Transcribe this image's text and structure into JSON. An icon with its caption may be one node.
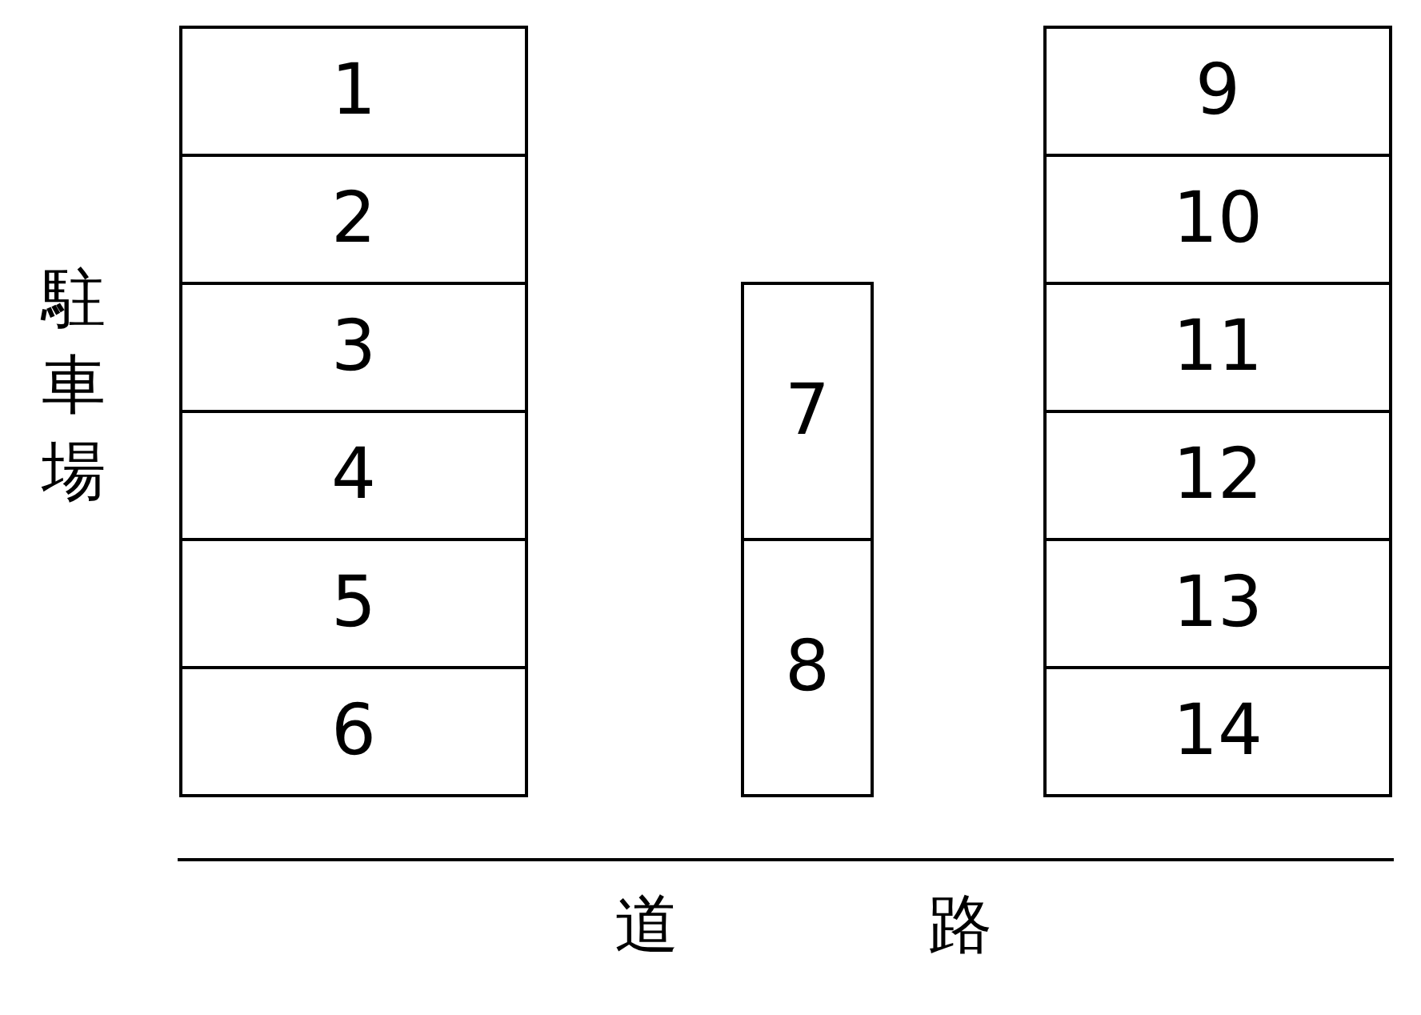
{
  "diagram": {
    "nodes": [
      {
        "text": [
          "1"
        ]
      },
      {
        "text": [
          "2"
        ]
      },
      {
        "text": [
          "3"
        ]
      },
      {
        "text": [
          "4"
        ]
      },
      {
        "text": [
          "5"
        ]
      },
      {
        "text": [
          "6"
        ]
      },
      {
        "text": [
          "7"
        ]
      },
      {
        "text": [
          "8"
        ]
      },
      {
        "text": [
          "9"
        ]
      },
      {
        "text": [
          "10"
        ]
      },
      {
        "text": [
          "11"
        ]
      },
      {
        "text": [
          "12"
        ]
      },
      {
        "text": [
          "13"
        ]
      },
      {
        "text": [
          "14"
        ]
      }
    ],
    "labels": [
      "駐車場",
      "道路"
    ]
  }
}
